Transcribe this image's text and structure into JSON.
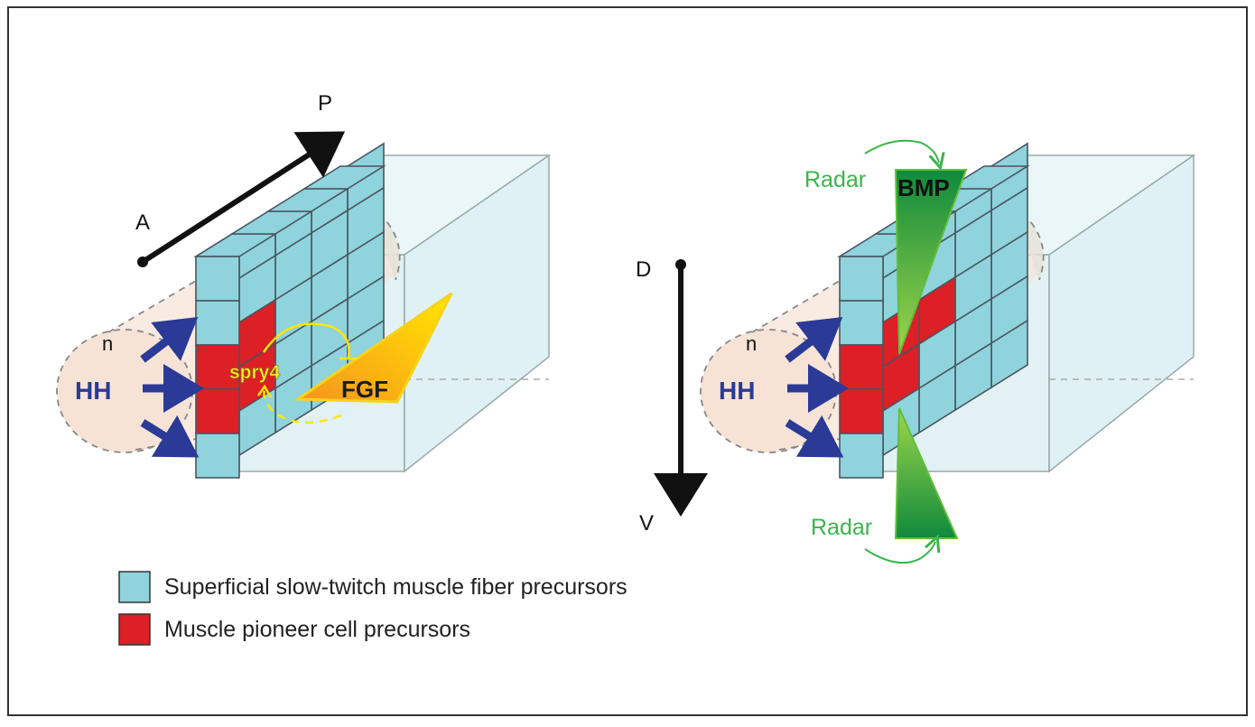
{
  "axes": {
    "anterior": "A",
    "posterior": "P",
    "dorsal": "D",
    "ventral": "V"
  },
  "left_panel": {
    "notochord_label": "n",
    "signal_source": "HH",
    "inhibitor_label": "spry4",
    "gradient_label": "FGF"
  },
  "right_panel": {
    "notochord_label": "n",
    "signal_source": "HH",
    "top_regulator": "Radar",
    "bottom_regulator": "Radar",
    "gradient_label": "BMP"
  },
  "legend": [
    {
      "label": "Superficial slow-twitch muscle fiber precursors",
      "color": "#8fd3dc"
    },
    {
      "label": "Muscle pioneer cell precursors",
      "color": "#dd1f26"
    }
  ],
  "colors": {
    "slow_cell": "#8fd3dc",
    "pioneer_cell": "#dd1f26",
    "hh_arrow": "#2a3a96",
    "notochord_fill": "#f6e3d6",
    "block_fill": "#dff0f2",
    "radar_green": "#39b54a",
    "fgf_orange": "#f7941d",
    "fgf_yellow": "#ffe600"
  }
}
